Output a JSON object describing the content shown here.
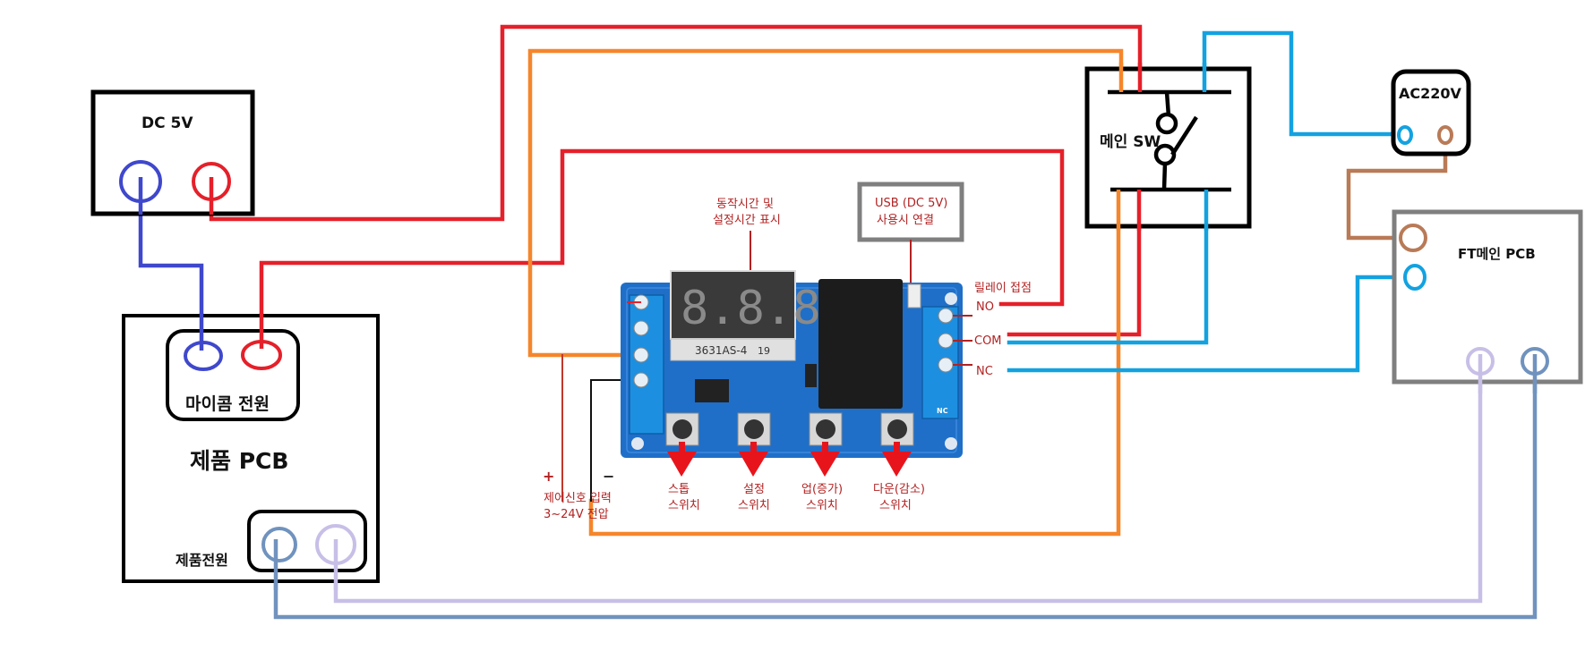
{
  "title": "Relay timer wiring diagram",
  "colors": {
    "red": "#e5202a",
    "orange": "#f5862b",
    "blue_dc": "#3f48cc",
    "cyan": "#13a2e0",
    "brown": "#b97a57",
    "slate": "#7092be",
    "lavender": "#c8bfe7",
    "gray": "#7f7f7f",
    "black": "#000000",
    "board_blue": "#1f6fc8"
  },
  "dc_supply": {
    "label": "DC 5V"
  },
  "product_pcb": {
    "label": "제품 PCB",
    "mcu_power_label": "마이콤 전원",
    "product_power_label": "제품전원"
  },
  "relay_board": {
    "display_caption_line1": "동작시간 및",
    "display_caption_line2": "설정시간 표시",
    "display_model": "3631AS-4",
    "display_model_suffix": "19",
    "display_digits": "8.8.8.",
    "usb_caption_line1": "USB (DC 5V)",
    "usb_caption_line2": "사용시 연결",
    "contact_title": "릴레이 접점",
    "contacts": [
      "NO",
      "COM",
      "NC"
    ],
    "board_nc_text": "NC",
    "control_plus": "+",
    "control_minus": "−",
    "control_caption_line1": "제어신호 입력",
    "control_caption_line2": "3~24V 전압",
    "buttons": [
      {
        "line1": "스톱",
        "line2": "스위치"
      },
      {
        "line1": "설정",
        "line2": "스위치"
      },
      {
        "line1": "업(증가)",
        "line2": "스위치"
      },
      {
        "line1": "다운(감소)",
        "line2": "스위치"
      }
    ]
  },
  "main_switch": {
    "label": "메인 SW"
  },
  "ac_source": {
    "label": "AC220V"
  },
  "ft_main_pcb": {
    "label": "FT메인 PCB"
  }
}
